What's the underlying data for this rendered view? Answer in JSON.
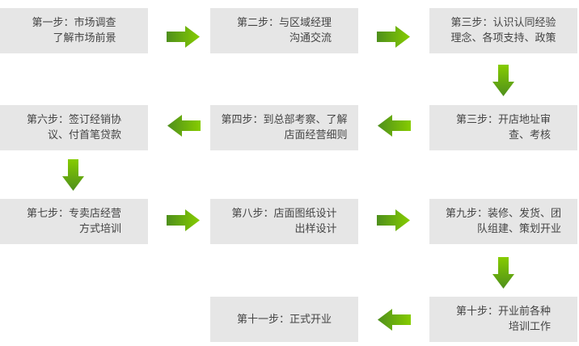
{
  "steps": [
    {
      "line1": "第一步：市场调查",
      "line2": "了解市场前景"
    },
    {
      "line1": "第二步：与区域经理",
      "line2": "沟通交流"
    },
    {
      "line1": "第三步：认识认同经验",
      "line2": "理念、各项支持、政策"
    },
    {
      "line1": "第三步：开店地址审",
      "line2": "查、考核"
    },
    {
      "line1": "第四步：到总部考察、了解",
      "line2": "店面经营细则"
    },
    {
      "line1": "第六步：签订经销协",
      "line2": "议、付首笔贷款"
    },
    {
      "line1": "第七步：专卖店经营",
      "line2": "方式培训"
    },
    {
      "line1": "第八步：店面图纸设计",
      "line2": "出样设计"
    },
    {
      "line1": "第九步：装修、发货、团",
      "line2": "队组建、策划开业"
    },
    {
      "line1": "第十步：开业前各种",
      "line2": "培训工作"
    },
    {
      "line1": "第十一步：正式开业",
      "line2": ""
    }
  ],
  "colors": {
    "box": "#e6e6e6",
    "arrow_dark": "#4e8f1c",
    "arrow_light": "#86cc00",
    "text": "#444444"
  }
}
